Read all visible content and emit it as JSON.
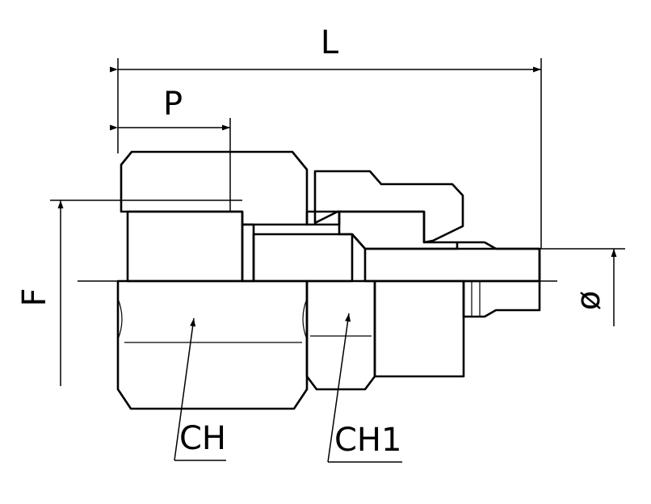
{
  "diagram": {
    "labels": {
      "length": "L",
      "thread_depth": "P",
      "thread_size": "F",
      "diameter": "ø",
      "hex_1": "CH",
      "hex_2": "CH1"
    }
  }
}
